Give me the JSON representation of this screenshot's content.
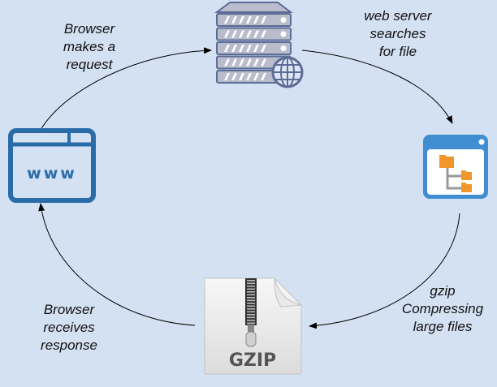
{
  "steps": {
    "request": [
      "Browser",
      "makes a",
      "request"
    ],
    "search": [
      "web server",
      "searches",
      "for file"
    ],
    "compress": [
      "gzip",
      "Compressing",
      "large files"
    ],
    "response": [
      "Browser",
      "receives",
      "response"
    ]
  },
  "icons": {
    "browser": {
      "name": "browser-window-icon",
      "text": "www",
      "color": "#2a6ca8"
    },
    "server": {
      "name": "web-server-icon"
    },
    "file_manager": {
      "name": "file-tree-icon",
      "color": "#f0962a"
    },
    "gzip": {
      "name": "gzip-file-icon",
      "text": "GZIP"
    }
  }
}
